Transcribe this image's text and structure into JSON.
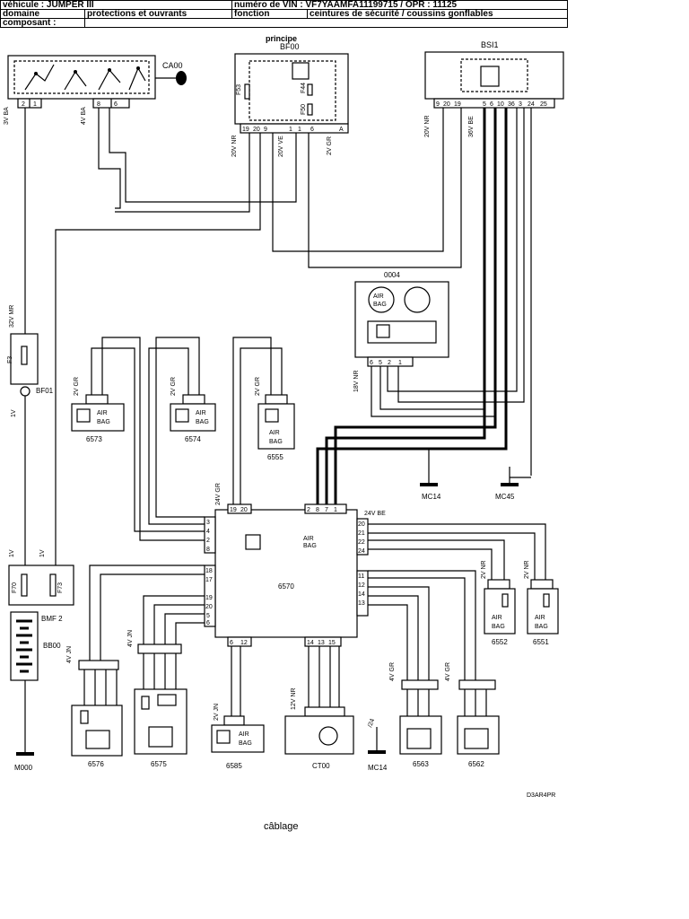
{
  "header": {
    "vehicule": "véhicule : JUMPER III",
    "vin": "numéro de VIN : VF7YAAMFA11199715 / OPR : 11125",
    "domaine_label": "domaine",
    "domaine_value": "protections et ouvrants",
    "fonction_label": "fonction",
    "fonction_value": "ceintures de sécurité / coussins gonflables",
    "composant_label": "composant :"
  },
  "components": {
    "ca00": "CA00",
    "bf00_title": "principe",
    "bf00": "BF00",
    "bsi1": "BSI1",
    "c0004": "0004",
    "bf01": "BF01",
    "bmf2": "BMF 2",
    "bb00": "BB00",
    "m000": "M000",
    "c6573": "6573",
    "c6574": "6574",
    "c6555": "6555",
    "c6570": "6570",
    "c6552": "6552",
    "c6551": "6551",
    "c6576": "6576",
    "c6575": "6575",
    "c6585": "6585",
    "ct00": "CT00",
    "mc14_top": "MC14",
    "mc45": "MC45",
    "mc14_bottom": "MC14",
    "c6563": "6563",
    "c6562": "6562",
    "f3": "F3",
    "f70": "F70",
    "f73": "F73",
    "f53": "F53",
    "f44": "F44",
    "f50": "F50",
    "airbag": "AIR BAG"
  },
  "wire_labels": {
    "ca00_left": "3V BA",
    "ca00_right": "4V BA",
    "bf00_a": "20V NR",
    "bf00_b": "20V VE",
    "bf00_c": "2V GR",
    "bsi1_a": "20V NR",
    "bsi1_b": "36V BE",
    "bf01_top": "32V MR",
    "bf01_bottom": "1V",
    "c0004": "18V NR",
    "c6573": "2V GR",
    "c6574": "2V GR",
    "c6555": "2V GR",
    "c6570_top_left": "24V GR",
    "c6570_top_right": "24V BE",
    "c6552": "2V NR",
    "c6551": "2V NR",
    "c6576": "4V JN",
    "c6575": "4V JN",
    "c6585": "2V JN",
    "ct00": "12V NR",
    "mc14_bottom": "/24",
    "c6563": "4V GR",
    "c6562": "4V GR",
    "bmf_1v": "1V",
    "bmf_1v_b": "1V"
  },
  "footer": {
    "ref": "D3AR4PR",
    "caption": "câblage"
  }
}
